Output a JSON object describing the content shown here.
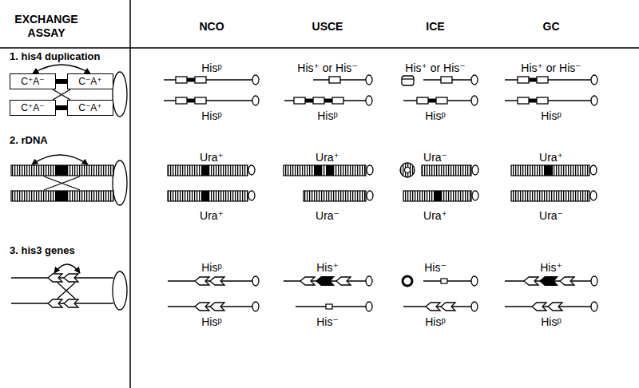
{
  "diagram": {
    "nodes": [
      {
        "text": [
          "C⁺A⁻"
        ]
      },
      {
        "text": [
          "C⁻A⁺"
        ]
      },
      {
        "text": [
          "C⁺A⁻"
        ]
      },
      {
        "text": [
          "C⁻A⁺"
        ]
      }
    ],
    "edges": [
      {
        "from": 0,
        "to": 1,
        "arrow": "both"
      },
      {
        "from": 0,
        "to": 3,
        "arrow": "none"
      },
      {
        "from": 1,
        "to": 2,
        "arrow": "none"
      }
    ],
    "labels": [
      "EXCHANGE ASSAY",
      "NCO",
      "USCE",
      "ICE",
      "GC",
      "1. his4 duplication",
      "Hisᵖ",
      "Hisᵖ",
      "His⁺ or His⁻",
      "Hisᵖ",
      "His⁺ or His⁻",
      "Hisᵖ",
      "His⁺ or His⁻",
      "Hisᵖ",
      "2. rDNA",
      "Ura⁺",
      "Ura⁺",
      "Ura⁺",
      "Ura⁻",
      "Ura⁻",
      "Ura⁺",
      "Ura⁺",
      "Ura⁻",
      "3. his3 genes",
      "Hisᵖ",
      "Hisᵖ",
      "His⁺",
      "His⁻",
      "His⁻",
      "Hisᵖ",
      "His⁺",
      "Hisᵖ"
    ]
  }
}
